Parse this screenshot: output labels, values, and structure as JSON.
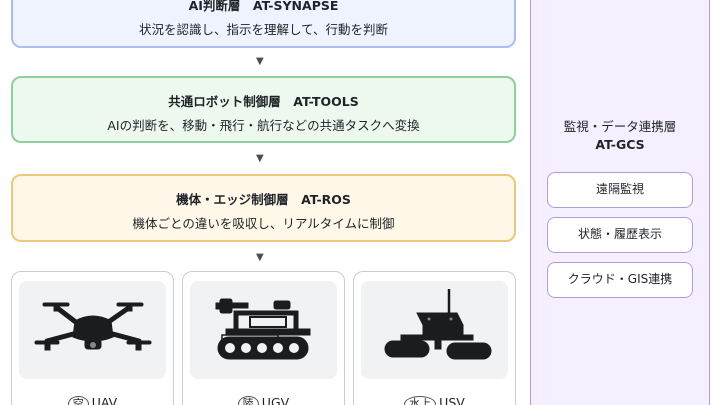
{
  "layers": {
    "ai": {
      "title": "AI判断層　AT-SYNAPSE",
      "desc": "状況を認識し、指示を理解して、行動を判断"
    },
    "tools": {
      "title": "共通ロボット制御層　AT-TOOLS",
      "desc": "AIの判断を、移動・飛行・航行などの共通タスクへ変換"
    },
    "ros": {
      "title": "機体・エッジ制御層　AT-ROS",
      "desc": "機体ごとの違いを吸収し、リアルタイムに制御"
    }
  },
  "arrow_glyph": "▼",
  "vehicles": [
    {
      "badge": "空",
      "label": "UAV",
      "icon": "drone-icon"
    },
    {
      "badge": "陸",
      "label": "UGV",
      "icon": "tracked-rover-icon"
    },
    {
      "badge": "水上",
      "label": "USV",
      "icon": "catamaran-boat-icon"
    }
  ],
  "gcs": {
    "title": "監視・データ連携層",
    "code": "AT-GCS",
    "items": [
      "遠隔監視",
      "状態・履歴表示",
      "クラウド・GIS連携"
    ]
  },
  "colors": {
    "ai_fill": "#eef3ff",
    "tools_fill": "#edf8ef",
    "ros_fill": "#fff8e8",
    "gcs_fill": "#f5efff"
  }
}
